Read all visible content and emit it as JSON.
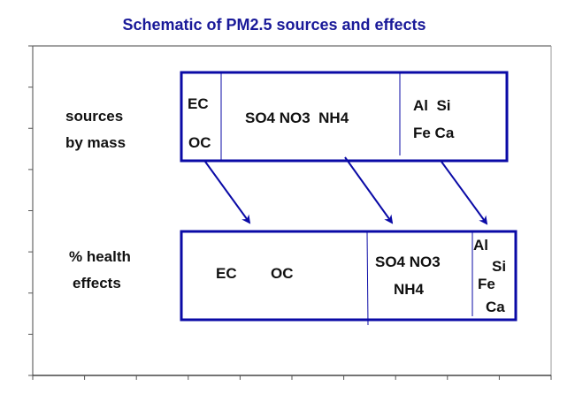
{
  "title": "Schematic of PM2.5 sources and effects",
  "colors": {
    "accent": "#0a0aa6",
    "axis": "#555555",
    "text": "#111111"
  },
  "rows": {
    "sources": {
      "label_line1": "sources",
      "label_line2": "by mass",
      "carbon": {
        "ec": "EC",
        "oc": "OC"
      },
      "secondary": "SO4 NO3  NH4",
      "crustal": {
        "line1": "Al  Si",
        "line2": "Fe Ca"
      }
    },
    "health": {
      "label_line1": "% health",
      "label_line2": "effects",
      "carbon": {
        "ec": "EC",
        "oc": "OC"
      },
      "secondary": {
        "line1": "SO4 NO3",
        "line2": "NH4"
      },
      "crustal": {
        "al": "Al",
        "si": "Si",
        "fe": "Fe",
        "ca": "Ca"
      }
    }
  }
}
